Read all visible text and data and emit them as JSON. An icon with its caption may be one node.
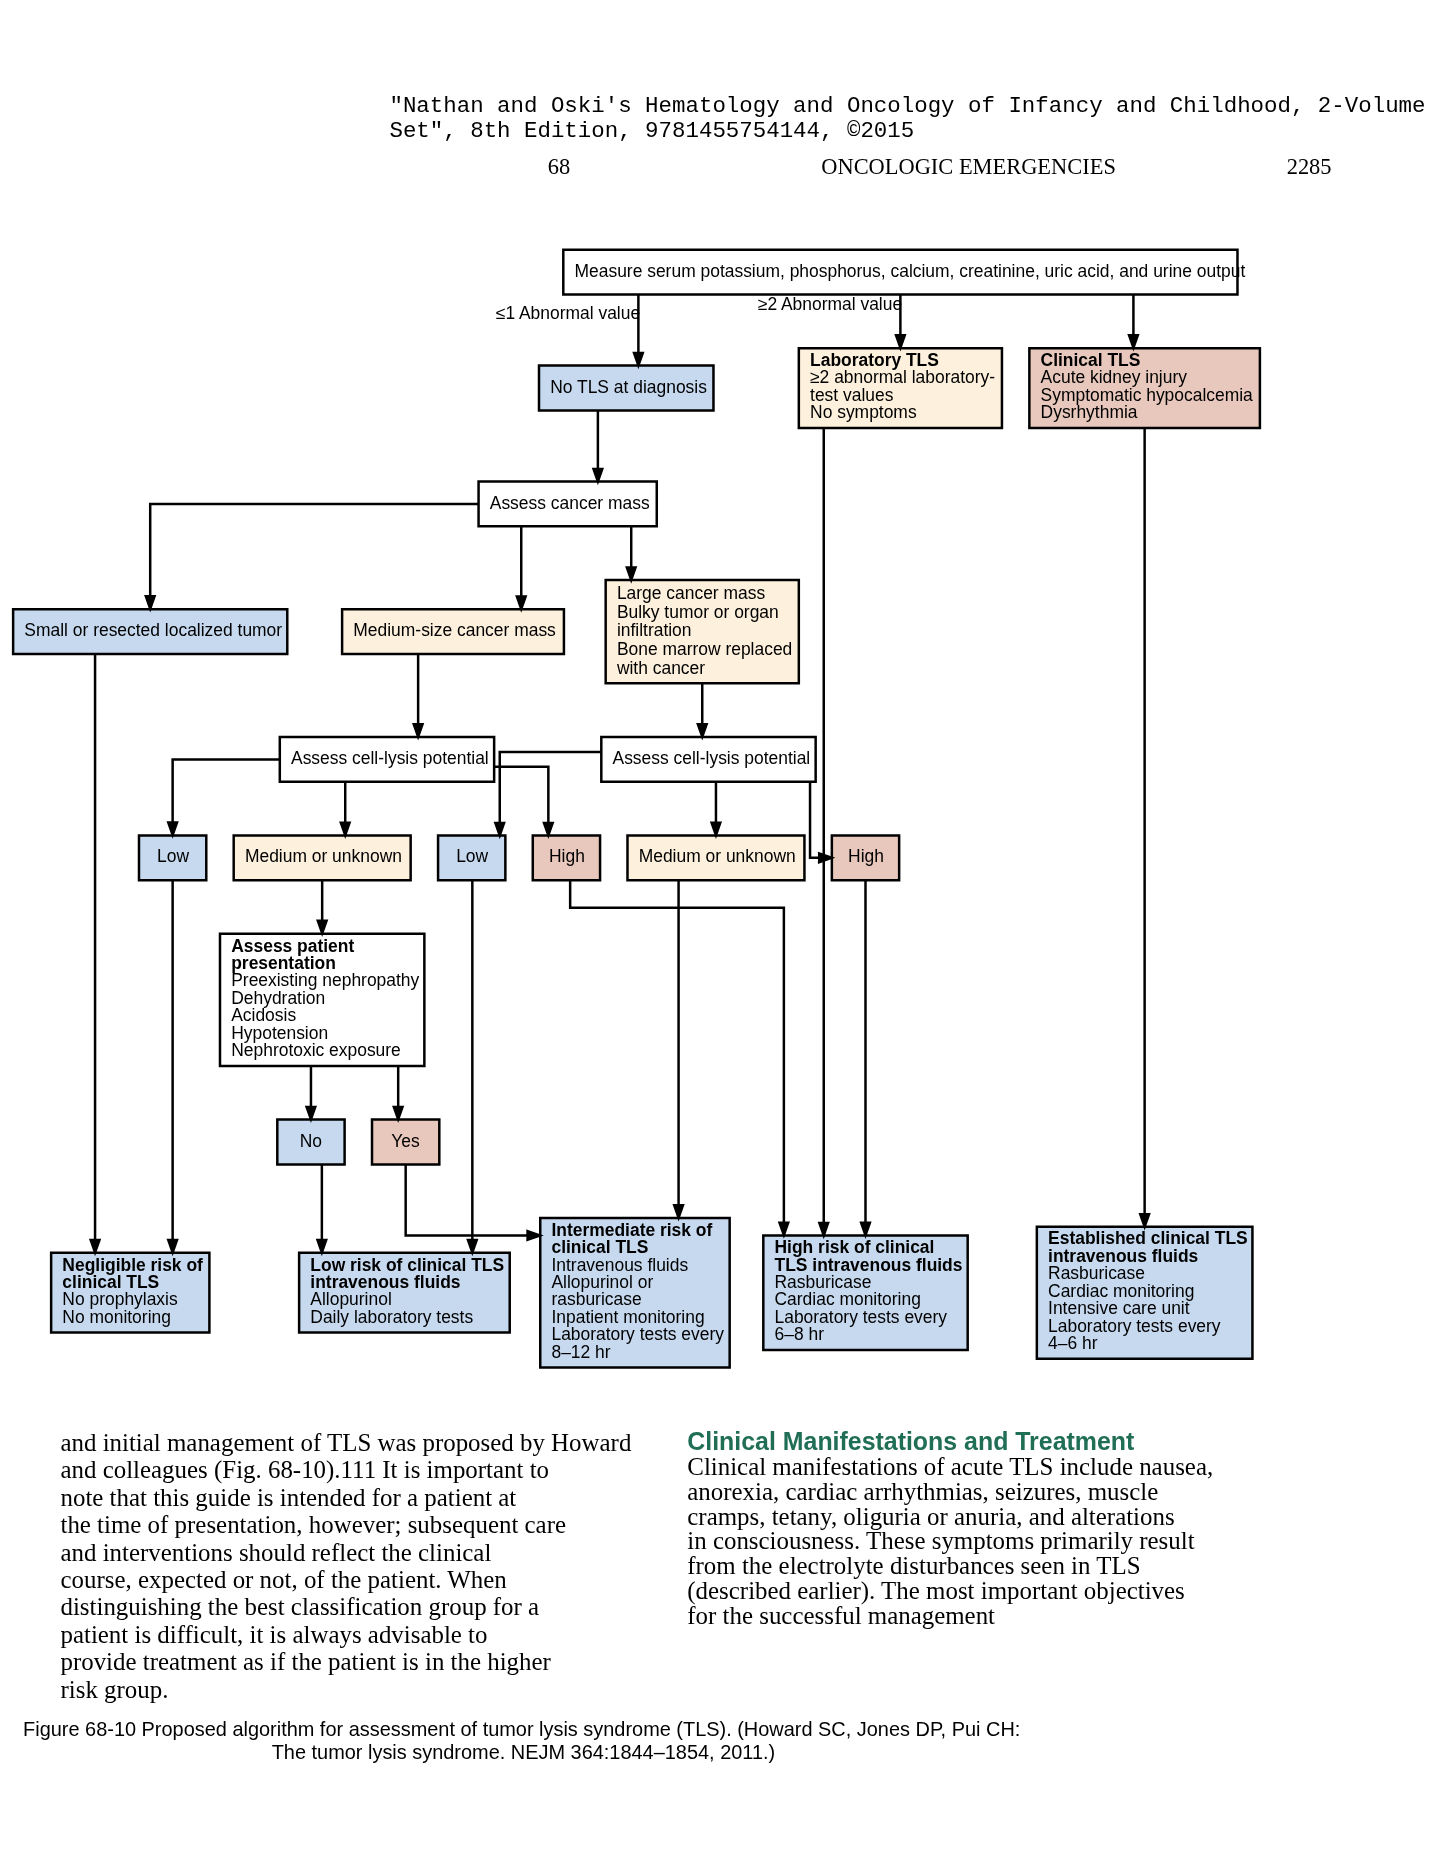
{
  "diagram": {
    "caption": "Figure 68-10 Proposed algorithm for assessment of tumor lysis syndrome (TLS). (Howard SC, Jones DP, Pui CH: The tumor lysis syndrome. NEJM 364:1844–1854, 2011.)",
    "nodes": [
      {
        "text": [
          "Measure serum potassium, phosphorus, calcium, creatinine, uric acid, and urine output"
        ]
      },
      {
        "text": [
          "No TLS at diagnosis"
        ]
      },
      {
        "text": [
          "Laboratory TLS",
          "≥2 abnormal laboratory-test values",
          "No symptoms"
        ]
      },
      {
        "text": [
          "Clinical TLS",
          "Acute kidney injury",
          "Symptomatic hypocalcemia",
          "Dysrhythmia"
        ]
      },
      {
        "text": [
          "Assess cancer mass"
        ]
      },
      {
        "text": [
          "Small or resected localized tumor"
        ]
      },
      {
        "text": [
          "Medium-size cancer mass"
        ]
      },
      {
        "text": [
          "Large cancer mass",
          "Bulky tumor or organ infiltration",
          "Bone marrow replaced with cancer"
        ]
      },
      {
        "text": [
          "Assess cell-lysis potential"
        ]
      },
      {
        "text": [
          "Assess cell-lysis potential"
        ]
      },
      {
        "text": [
          "Low"
        ]
      },
      {
        "text": [
          "Medium or unknown"
        ]
      },
      {
        "text": [
          "High"
        ]
      },
      {
        "text": [
          "Low"
        ]
      },
      {
        "text": [
          "Medium or unknown"
        ]
      },
      {
        "text": [
          "High"
        ]
      },
      {
        "text": [
          "Assess patient presentation",
          "Preexisting nephropathy",
          "Dehydration",
          "Acidosis",
          "Hypotension",
          "Nephrotoxic exposure"
        ]
      },
      {
        "text": [
          "No"
        ]
      },
      {
        "text": [
          "Yes"
        ]
      },
      {
        "text": [
          "Negligible risk of clinical TLS",
          "No prophylaxis",
          "No monitoring"
        ]
      },
      {
        "text": [
          "Low risk of clinical TLS intravenous fluids",
          "Allopurinol",
          "Daily laboratory tests"
        ]
      },
      {
        "text": [
          "Intermediate risk of clinical TLS",
          "Intravenous fluids",
          "Allopurinol or rasburicase",
          "Inpatient monitoring",
          "Laboratory tests every 8–12 hr"
        ]
      },
      {
        "text": [
          "High risk of clinical TLS intravenous fluids",
          "Rasburicase",
          "Cardiac monitoring",
          "Laboratory tests every 6–8 hr"
        ]
      },
      {
        "text": [
          "Established clinical TLS intravenous fluids",
          "Rasburicase",
          "Cardiac monitoring",
          "Intensive care unit",
          "Laboratory tests every 4–6 hr"
        ]
      }
    ],
    "edges": [
      {
        "from": 0,
        "to": 1,
        "arrow": "to",
        "label": "≤1 Abnormal value"
      },
      {
        "from": 0,
        "to": 2,
        "arrow": "to",
        "label": "≥2 Abnormal value"
      },
      {
        "from": 0,
        "to": 3,
        "arrow": "to"
      },
      {
        "from": 1,
        "to": 4,
        "arrow": "to"
      },
      {
        "from": 4,
        "to": 5,
        "arrow": "to"
      },
      {
        "from": 4,
        "to": 6,
        "arrow": "to"
      },
      {
        "from": 4,
        "to": 7,
        "arrow": "to"
      },
      {
        "from": 6,
        "to": 8,
        "arrow": "to"
      },
      {
        "from": 7,
        "to": 9,
        "arrow": "to"
      },
      {
        "from": 8,
        "to": 10,
        "arrow": "to"
      },
      {
        "from": 8,
        "to": 11,
        "arrow": "to"
      },
      {
        "from": 8,
        "to": 12,
        "arrow": "to"
      },
      {
        "from": 9,
        "to": 13,
        "arrow": "to"
      },
      {
        "from": 9,
        "to": 14,
        "arrow": "to"
      },
      {
        "from": 9,
        "to": 15,
        "arrow": "to"
      },
      {
        "from": 11,
        "to": 16,
        "arrow": "to"
      },
      {
        "from": 16,
        "to": 17,
        "arrow": "to"
      },
      {
        "from": 16,
        "to": 18,
        "arrow": "to"
      },
      {
        "from": 5,
        "to": 19,
        "arrow": "to"
      },
      {
        "from": 10,
        "to": 19,
        "arrow": "to"
      },
      {
        "from": 17,
        "to": 20,
        "arrow": "to"
      },
      {
        "from": 13,
        "to": 20,
        "arrow": "to"
      },
      {
        "from": 18,
        "to": 21,
        "arrow": "to"
      },
      {
        "from": 14,
        "to": 21,
        "arrow": "to"
      },
      {
        "from": 12,
        "to": 22,
        "arrow": "to"
      },
      {
        "from": 15,
        "to": 22,
        "arrow": "to"
      },
      {
        "from": 2,
        "to": 22,
        "arrow": "to"
      },
      {
        "from": 3,
        "to": 23,
        "arrow": "to"
      }
    ],
    "labels": [
      "\"Nathan and Oski's Hematology and Oncology of Infancy and Childhood, 2-Volume Set\", 8th Edition, 9781455754144, ©2015",
      "68",
      "ONCOLOGIC EMERGENCIES",
      "2285",
      "and initial management of TLS was proposed by Howard and colleagues (Fig. 68-10).111 It is important to note that this guide is intended for a patient at the time of presentation, however; subsequent care and interventions should reflect the clinical course, expected or not, of the patient. When distinguishing the best classification group for a patient is difficult, it is always advisable to provide treatment as if the patient is in the higher risk group.",
      "Clinical Manifestations and Treatment",
      "Clinical manifestations of acute TLS include nausea, anorexia, cardiac arrhythmias, seizures, muscle cramps, tetany, oliguria or anuria, and alterations in consciousness. These symptoms primarily result from the electrolyte disturbances seen in TLS (described earlier). The most important objectives for the successful management"
    ]
  }
}
